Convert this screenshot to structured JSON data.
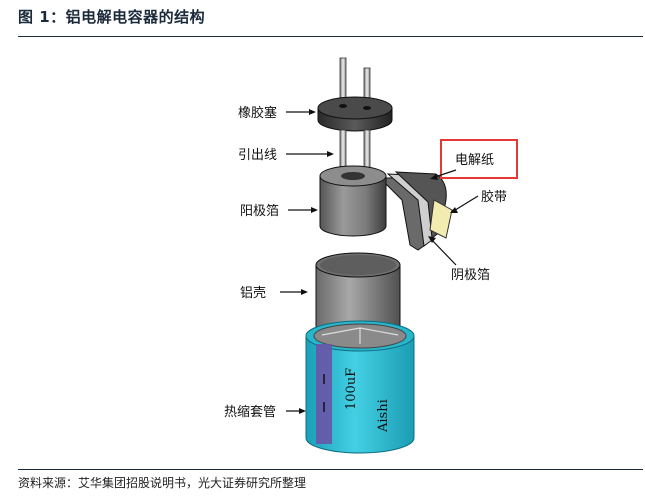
{
  "figure": {
    "title": "图 1：铝电解电容器的结构",
    "source": "资料来源：艾华集团招股说明书，光大证券研究所整理"
  },
  "labels": {
    "rubber_plug": "橡胶塞",
    "lead_wire": "引出线",
    "anode_foil": "阳极箔",
    "electrolytic_paper": "电解纸",
    "tape": "胶带",
    "cathode_foil": "阴极箔",
    "aluminum_case": "铝壳",
    "heat_shrink_sleeve": "热缩套管"
  },
  "sleeve_print": {
    "capacitance": "100uF",
    "brand": "Aishi"
  },
  "colors": {
    "highlight_box": "#e53935",
    "sleeve": "#2fbfd6",
    "sleeve_band": "#6a55a8"
  }
}
